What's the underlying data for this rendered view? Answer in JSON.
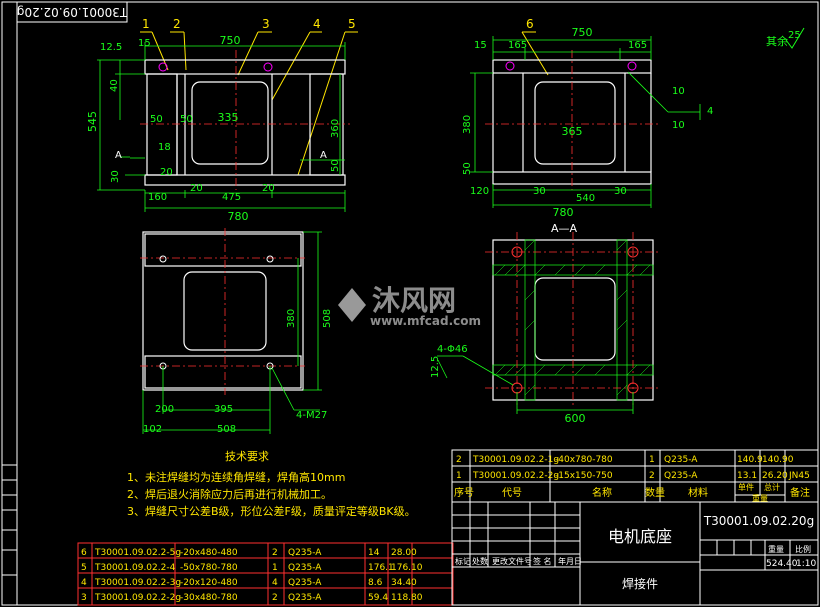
{
  "drawing_no_rotated": "T30001.09.02.20g",
  "callouts": [
    "1",
    "2",
    "3",
    "4",
    "5",
    "6"
  ],
  "front_view": {
    "dims": {
      "top": "750",
      "left_15": "15",
      "left_125": "12.5",
      "h545": "545",
      "h40": "40",
      "h50a": "50",
      "h30a": "30",
      "w335": "335",
      "h50b": "50",
      "h18": "18",
      "w20a": "20",
      "h360": "360",
      "h50c": "50",
      "w160": "160",
      "w20b": "20",
      "w475": "475",
      "w20c": "20",
      "w780": "780"
    },
    "section_a": "A"
  },
  "side_view": {
    "dims": {
      "top": "750",
      "w15": "15",
      "w165a": "165",
      "w165b": "165",
      "h380": "380",
      "w365": "365",
      "h50": "50",
      "w120": "120",
      "w30a": "30",
      "w540": "540",
      "w30b": "30",
      "w780": "780",
      "w10a": "10",
      "w10b": "10",
      "weld4": "4"
    },
    "rough_other": "其余",
    "rough_val": "25"
  },
  "plan_view": {
    "dims": {
      "h380": "380",
      "h508": "508",
      "w200": "200",
      "w395": "395",
      "w102": "102",
      "w508": "508"
    },
    "holes": "4-M27"
  },
  "section_view": {
    "title": "A—A",
    "holes": "4-Φ46",
    "weld": "12.5",
    "w600": "600"
  },
  "watermark": {
    "brand": "沐风网",
    "url": "www.mfcad.com"
  },
  "tech_req": {
    "title": "技术要求",
    "lines": [
      "1、未注焊缝均为连续角焊缝，焊角高10mm",
      "2、焊后退火消除应力后再进行机械加工。",
      "3、焊缝尺寸公差B级，形位公差F级，质量评定等级BK级。"
    ]
  },
  "bom_upper": [
    {
      "no": "2",
      "code": "T30001.09.02.2-1g",
      "spec": "-40x780-780",
      "qty": "1",
      "mat": "Q235-A",
      "w1": "140.9",
      "w2": "140.90"
    },
    {
      "no": "1",
      "code": "T30001.09.02.2-2g",
      "spec": "-15x150-750",
      "qty": "2",
      "mat": "Q235-A",
      "w1": "13.1",
      "w2": "26.20",
      "note": "JN45"
    }
  ],
  "bom_upper_header": [
    "序号",
    "代号",
    "名称",
    "数量",
    "材料",
    "单件",
    "总计",
    "重量",
    "备注"
  ],
  "bom_lower": [
    {
      "no": "6",
      "code": "T30001.09.02.2-5g",
      "spec": "-20x480-480",
      "qty": "2",
      "mat": "Q235-A",
      "w1": "14",
      "w2": "28.00"
    },
    {
      "no": "5",
      "code": "T30001.09.02.2-4",
      "spec": "-50x780-780",
      "qty": "1",
      "mat": "Q235-A",
      "w1": "176.1",
      "w2": "176.10"
    },
    {
      "no": "4",
      "code": "T30001.09.02.2-3g",
      "spec": "-20x120-480",
      "qty": "4",
      "mat": "Q235-A",
      "w1": "8.6",
      "w2": "34.40"
    },
    {
      "no": "3",
      "code": "T30001.09.02.2-2g",
      "spec": "-30x480-780",
      "qty": "2",
      "mat": "Q235-A",
      "w1": "59.4",
      "w2": "118.80"
    }
  ],
  "title_block": {
    "name": "电机底座",
    "sub": "焊接件",
    "drawing_no": "T30001.09.02.20g",
    "weight": "524.40",
    "scale": "1:10",
    "labels": [
      "标记",
      "处数",
      "更改文件号",
      "签 名",
      "年月日"
    ],
    "weight_label": "重量",
    "scale_label": "比例"
  },
  "colors": {
    "bg": "#000000",
    "outline": "#ffffff",
    "dim": "#1aff1a",
    "center": "#ff3030",
    "text": "#ffe600",
    "aux": "#ff00ff"
  }
}
